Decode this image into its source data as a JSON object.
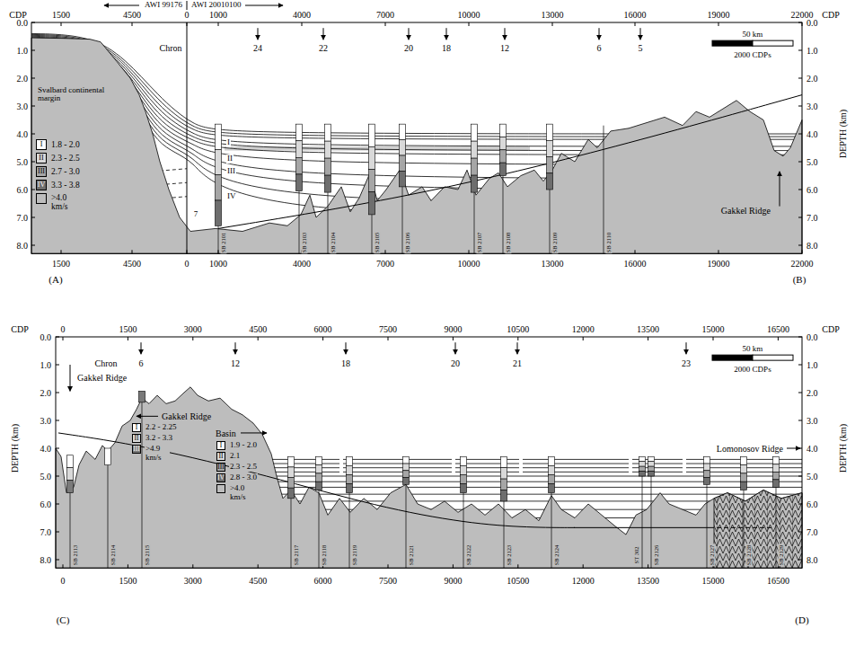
{
  "diagram": {
    "labels": [
      "AWI 99176",
      "AWI 20010100",
      "CDP",
      "1500",
      "4500",
      "0",
      "1000",
      "4000",
      "7000",
      "10000",
      "13000",
      "16000",
      "19000",
      "22000",
      "CDP",
      "Chron",
      "24",
      "22",
      "20",
      "18",
      "12",
      "6",
      "5",
      "50 km",
      "2000 CDPs",
      "Svalbard continental margin",
      "I",
      "II",
      "III",
      "IV",
      "7",
      "I",
      "II",
      "III",
      "IV",
      "Gakkel Ridge",
      "SB 2101",
      "SB 2103",
      "SB 2104",
      "SB 2105",
      "SB 2106",
      "SB 2107",
      "SB 2108",
      "SB 2109",
      "SB 2110",
      "0.0",
      "1.0",
      "2.0",
      "3.0",
      "4.0",
      "5.0",
      "6.0",
      "7.0",
      "8.0",
      "0.0",
      "1.0",
      "2.0",
      "3.0",
      "4.0",
      "5.0",
      "6.0",
      "7.0",
      "8.0",
      "DEPTH (km)",
      "1500",
      "4500",
      "0",
      "1000",
      "4000",
      "7000",
      "10000",
      "13000",
      "16000",
      "19000",
      "22000",
      "(A)",
      "(B)",
      "CDP",
      "0",
      "1500",
      "3000",
      "4500",
      "6000",
      "7500",
      "9000",
      "10500",
      "12000",
      "13500",
      "15000",
      "16500",
      "CDP",
      "Chron",
      "6",
      "12",
      "18",
      "20",
      "21",
      "23",
      "50 km",
      "2000 CDPs",
      "Gakkel Ridge",
      "Gakkel Ridge",
      "Basin",
      "Lomonosov Ridge",
      "I",
      "II",
      "III",
      "I",
      "II",
      "III",
      "IV",
      "SB 2113",
      "SB 2114",
      "SB 2115",
      "SB 2117",
      "SB 2118",
      "SB 2119",
      "SB 2121",
      "SB 2122",
      "SB 2123",
      "SB 2124",
      "ST 302",
      "SB 2126",
      "SB 2127",
      "SB 2128",
      "SB 2129",
      "DEPTH (km)",
      "0.0",
      "1.0",
      "2.0",
      "3.0",
      "4.0",
      "5.0",
      "6.0",
      "7.0",
      "8.0",
      "0.0",
      "1.0",
      "2.0",
      "3.0",
      "4.0",
      "5.0",
      "6.0",
      "7.0",
      "8.0",
      "DEPTH (km)",
      "0",
      "1500",
      "3000",
      "4500",
      "6000",
      "7500",
      "9000",
      "10500",
      "12000",
      "13500",
      "15000",
      "16500",
      "(C)",
      "(D)"
    ],
    "legend": [
      {
        "text": "1.8 - 2.0",
        "color": "#ffffff"
      },
      {
        "text": "2.3 - 2.5",
        "color": "#d9d9d9"
      },
      {
        "text": "2.7 - 3.0",
        "color": "#a6a6a6"
      },
      {
        "text": "3.3 - 3.8",
        "color": "#6e6e6e"
      },
      {
        "text": ">4.0 km/s",
        "color": "#bdbdbd"
      },
      {
        "text": "2.2 - 2.25",
        "color": "#ffffff"
      },
      {
        "text": "3.2 - 3.3",
        "color": "#d9d9d9"
      },
      {
        "text": ">4.9 km/s",
        "color": "#7a7a7a"
      },
      {
        "text": "1.9 - 2.0",
        "color": "#ffffff"
      },
      {
        "text": "2.1",
        "color": "#d9d9d9"
      },
      {
        "text": "2.3 - 2.5",
        "color": "#a6a6a6"
      },
      {
        "text": "2.8 - 3.0",
        "color": "#6e6e6e"
      },
      {
        "text": ">4.0 km/s",
        "color": "#bdbdbd"
      }
    ]
  }
}
